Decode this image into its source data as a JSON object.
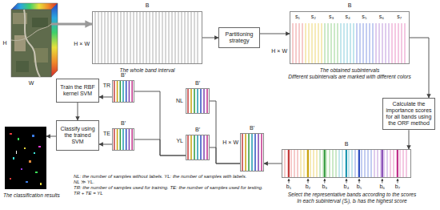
{
  "diagram": {
    "nodes": [
      {
        "text": [
          "H",
          "W"
        ]
      },
      {
        "text": [
          "B",
          "H × W",
          "The whole band interval"
        ]
      },
      {
        "text": [
          "Partitioning strategy"
        ]
      },
      {
        "text": [
          "B",
          "H × W",
          "s₁",
          "s₂",
          "s₃",
          "s₄",
          "s₅",
          "s₆",
          "s₇",
          "The obtained subintervals",
          "Different subintervals are marked with different colors"
        ]
      },
      {
        "text": [
          "Calculate the importance scores for all bands using the ORF method"
        ]
      },
      {
        "text": [
          "B",
          "b₁",
          "b₂",
          "b₃",
          "b₄",
          "b₅",
          "b₆",
          "b₇",
          "Select the representative bands according to the scores",
          "In each subinterval (Sᵢ), bᵢ has the highest score"
        ]
      },
      {
        "text": [
          "B′",
          "H × W"
        ]
      },
      {
        "text": [
          "B′",
          "NL"
        ]
      },
      {
        "text": [
          "B′",
          "YL"
        ]
      },
      {
        "text": [
          "B′",
          "TR"
        ]
      },
      {
        "text": [
          "B′",
          "TE"
        ]
      },
      {
        "text": [
          "Train the RBF kernel SVM"
        ]
      },
      {
        "text": [
          "Classify using the trained SVM"
        ]
      },
      {
        "text": [
          "The classification results"
        ]
      }
    ],
    "edges": [
      {
        "from": 0,
        "to": 1,
        "arrow": "to"
      },
      {
        "from": 1,
        "to": 2,
        "arrow": "to"
      },
      {
        "from": 2,
        "to": 3,
        "arrow": "to"
      },
      {
        "from": 3,
        "to": 4,
        "arrow": "to"
      },
      {
        "from": 4,
        "to": 5,
        "arrow": "to"
      },
      {
        "from": 5,
        "to": 6,
        "arrow": "to"
      },
      {
        "from": 6,
        "to": 7,
        "arrow": "none"
      },
      {
        "from": 6,
        "to": 8,
        "arrow": "none"
      },
      {
        "from": 8,
        "to": 9,
        "arrow": "none"
      },
      {
        "from": 8,
        "to": 10,
        "arrow": "none"
      },
      {
        "from": 9,
        "to": 11,
        "arrow": "to"
      },
      {
        "from": 11,
        "to": 12,
        "arrow": "to"
      },
      {
        "from": 10,
        "to": 12,
        "arrow": "to"
      },
      {
        "from": 12,
        "to": 13,
        "arrow": "to"
      }
    ],
    "labels": [
      "NL: the number of samples without labels. YL: the number of samples with labels.",
      "NL ≫ YL.",
      "TR: the number of samples used for training. TE: the number of samples used for testing.",
      "TR + TE = YL"
    ]
  }
}
